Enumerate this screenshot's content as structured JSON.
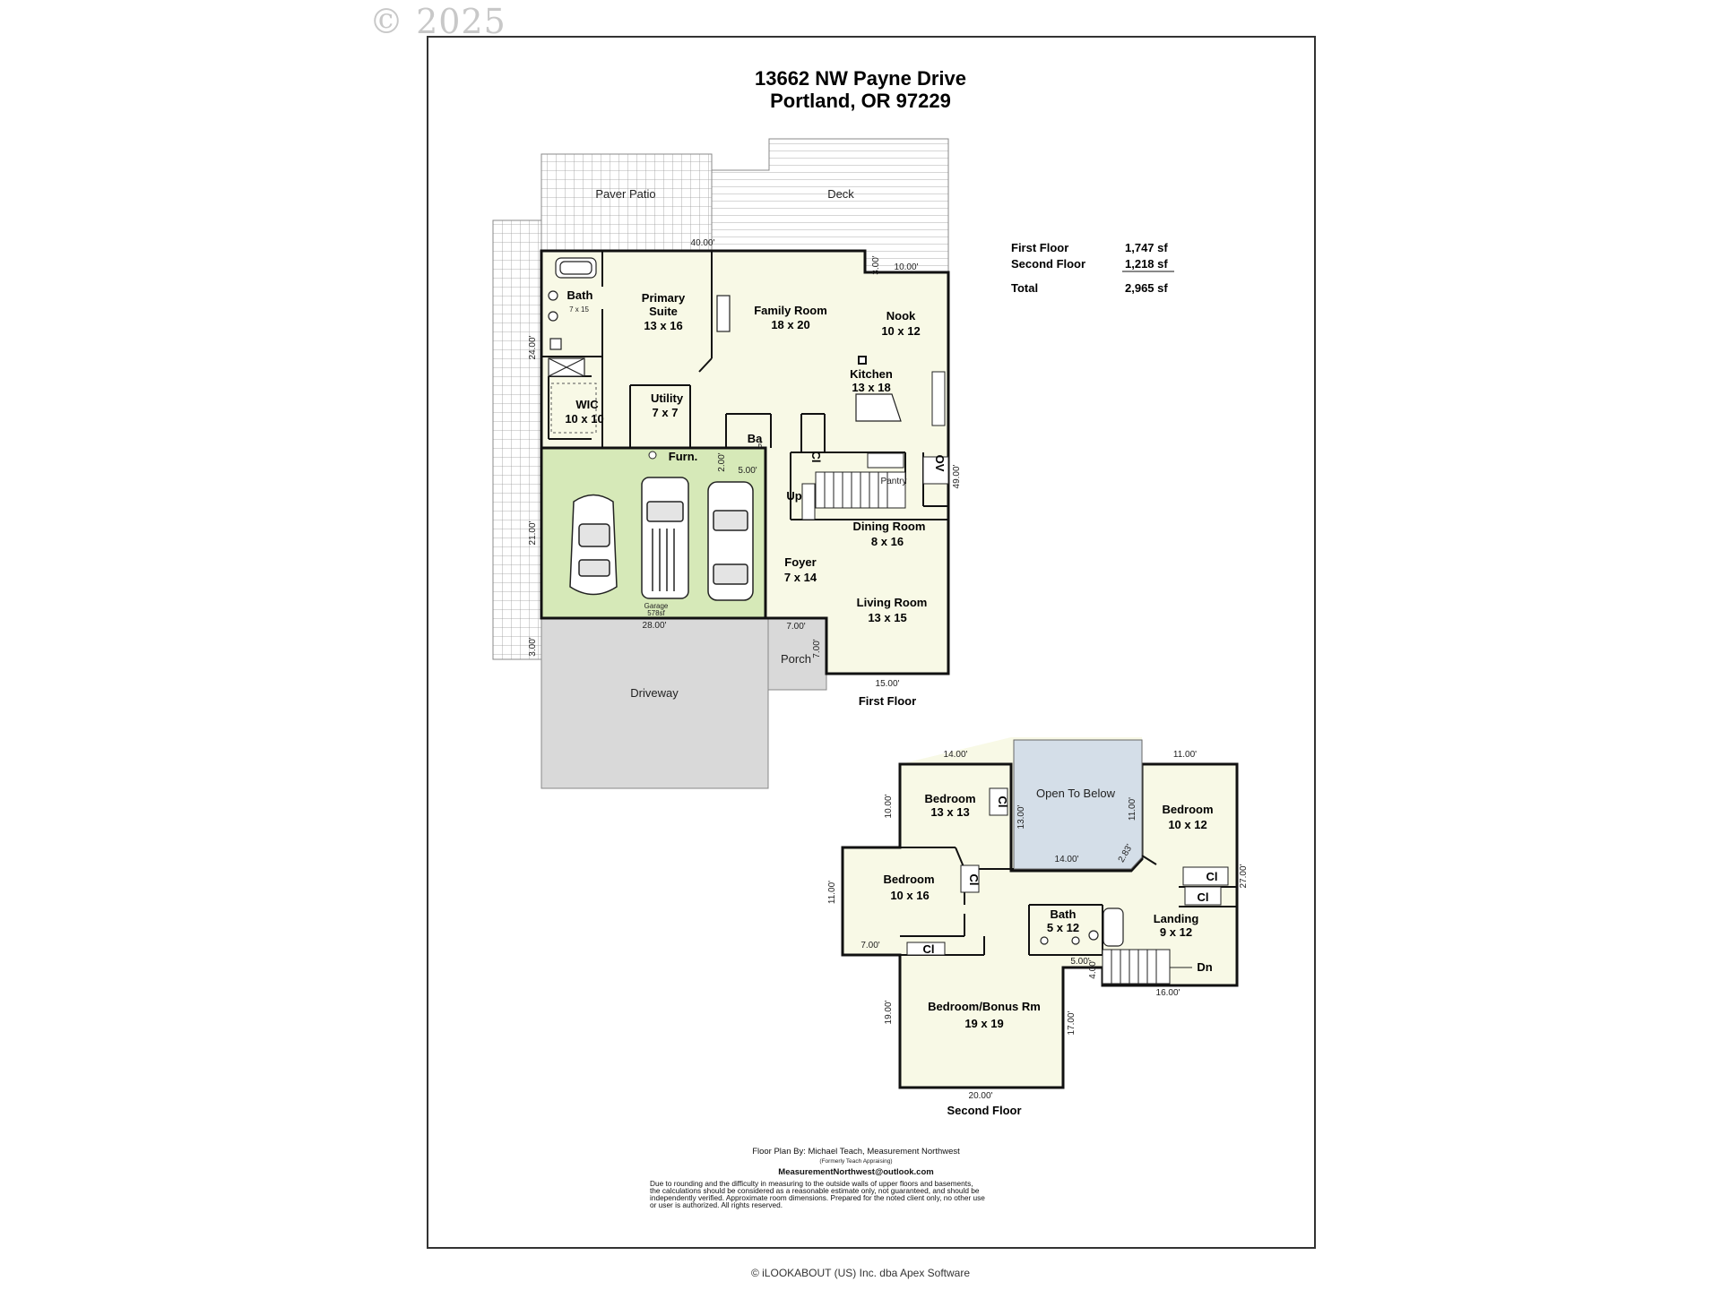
{
  "watermark": "© 2025",
  "title": {
    "line1": "13662 NW Payne Drive",
    "line2": "Portland, OR 97229"
  },
  "summary": {
    "rows": [
      {
        "label": "First Floor",
        "value": "1,747 sf"
      },
      {
        "label": "Second Floor",
        "value": "1,218 sf"
      },
      {
        "label": "Total",
        "value": "2,965 sf"
      }
    ]
  },
  "first_floor": {
    "label": "First Floor",
    "exterior": {
      "paver_patio": "Paver Patio",
      "deck": "Deck",
      "driveway": "Driveway",
      "porch": "Porch"
    },
    "rooms": {
      "bath": {
        "name": "Bath",
        "size": "7 x 15"
      },
      "primary": {
        "name1": "Primary",
        "name2": "Suite",
        "size": "13 x 16"
      },
      "family": {
        "name": "Family Room",
        "size": "18 x 20"
      },
      "nook": {
        "name": "Nook",
        "size": "10 x 12"
      },
      "kitchen": {
        "name": "Kitchen",
        "size": "13 x 18"
      },
      "wic": {
        "name": "WIC",
        "size": "10 x 10"
      },
      "utility": {
        "name": "Utility",
        "size": "7 x 7"
      },
      "ba": {
        "name": "Ba",
        "size": "6"
      },
      "furn": "Furn.",
      "garage": {
        "name": "Garage",
        "size": "578sf"
      },
      "pantry": "Pantry",
      "up": "Up",
      "cl": "Cl",
      "ov": "OV",
      "dining": {
        "name": "Dining Room",
        "size": "8 x 16"
      },
      "foyer": {
        "name": "Foyer",
        "size": "7 x 14"
      },
      "living": {
        "name": "Living Room",
        "size": "13 x 15"
      }
    },
    "dims": {
      "d40": "40.00'",
      "d10": "10.00'",
      "d3a": "3.00'",
      "d24": "24.00'",
      "d21": "21.00'",
      "d28": "28.00'",
      "d3b": "3.00'",
      "d2": "2.00'",
      "d5": "5.00'",
      "d49": "49.00'",
      "d7a": "7.00'",
      "d7b": "7.00'",
      "d15": "15.00'"
    }
  },
  "second_floor": {
    "label": "Second Floor",
    "rooms": {
      "bed1": {
        "name": "Bedroom",
        "size": "13 x 13"
      },
      "open": "Open To Below",
      "bed2": {
        "name": "Bedroom",
        "size": "10 x 12"
      },
      "bed3": {
        "name": "Bedroom",
        "size": "10 x 16"
      },
      "bath": {
        "name": "Bath",
        "size": "5 x 12"
      },
      "landing": {
        "name": "Landing",
        "size": "9 x 12"
      },
      "bonus": {
        "name": "Bedroom/Bonus Rm",
        "size": "19 x 19"
      },
      "dn": "Dn",
      "cl": "Cl"
    },
    "dims": {
      "d14a": "14.00'",
      "d11a": "11.00'",
      "d10": "10.00'",
      "d13": "13.00'",
      "d11b": "11.00'",
      "d14b": "14.00'",
      "d283": "2.83'",
      "d27": "27.00'",
      "d11c": "11.00'",
      "d7": "7.00'",
      "d5": "5.00'",
      "d4": "4.00'",
      "d16": "16.00'",
      "d19": "19.00'",
      "d17": "17.00'",
      "d20": "20.00'"
    }
  },
  "credits": {
    "line1": "Floor Plan By: Michael Teach, Measurement Northwest",
    "line2": "(Formerly Teach Appraising)",
    "email": "MeasurementNorthwest@outlook.com",
    "disclaimer": [
      "Due to rounding and the difficulty in measuring to the outside walls of upper floors and basements,",
      "the calculations should be considered as a reasonable estimate only, not guaranteed, and should be",
      "independently verified. Approximate room dimensions. Prepared for the noted client only, no other use",
      "or user is authorized. All rights reserved."
    ]
  },
  "footer": "© iLOOKABOUT (US) Inc. dba Apex Software"
}
